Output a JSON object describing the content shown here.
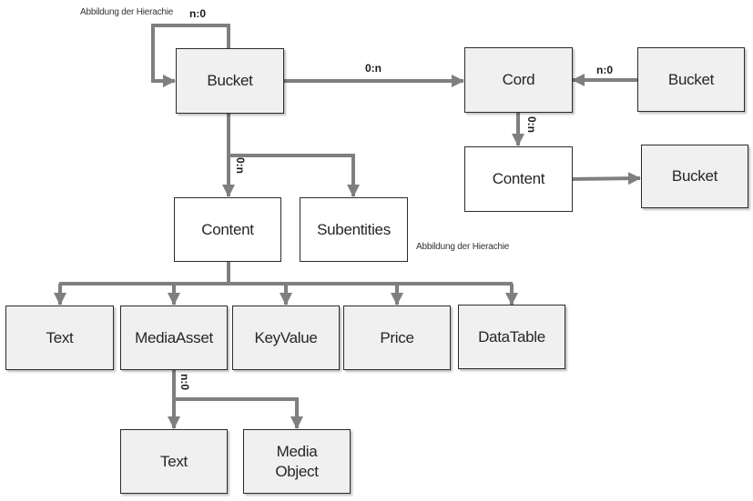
{
  "diagram": {
    "notes": {
      "top": "Abbildung der Hierachie",
      "middle": "Abbildung der Hierachie"
    },
    "nodes": {
      "bucket_main": "Bucket",
      "cord": "Cord",
      "bucket_right": "Bucket",
      "content_right": "Content",
      "bucket_lower_right": "Bucket",
      "content_main": "Content",
      "subentities": "Subentities",
      "text": "Text",
      "media_asset": "MediaAsset",
      "key_value": "KeyValue",
      "price": "Price",
      "data_table": "DataTable",
      "text_child": "Text",
      "media_object": "Media\nObject"
    },
    "media_object_lines": [
      "Media",
      "Object"
    ],
    "edges": [
      {
        "from": "bucket_main",
        "to": "bucket_main",
        "label": "n:0"
      },
      {
        "from": "bucket_main",
        "to": "cord",
        "label": "0:n"
      },
      {
        "from": "bucket_right",
        "to": "cord",
        "label": "n:0"
      },
      {
        "from": "cord",
        "to": "content_right",
        "label": "0:n"
      },
      {
        "from": "content_right",
        "to": "bucket_lower_right",
        "label": ""
      },
      {
        "from": "bucket_main",
        "to": "content_main",
        "label": "0:n"
      },
      {
        "from": "bucket_main",
        "to": "subentities",
        "label": ""
      },
      {
        "from": "content_main",
        "to": "text",
        "label": ""
      },
      {
        "from": "content_main",
        "to": "media_asset",
        "label": ""
      },
      {
        "from": "content_main",
        "to": "key_value",
        "label": ""
      },
      {
        "from": "content_main",
        "to": "price",
        "label": ""
      },
      {
        "from": "content_main",
        "to": "data_table",
        "label": ""
      },
      {
        "from": "media_asset",
        "to": "text_child",
        "label": "n:0"
      },
      {
        "from": "media_asset",
        "to": "media_object",
        "label": ""
      }
    ],
    "colors": {
      "connector": "#7f7f7f",
      "entity_fill": "#f0f0f0",
      "content_fill": "#ffffff",
      "border": "#2b2b2b"
    }
  }
}
